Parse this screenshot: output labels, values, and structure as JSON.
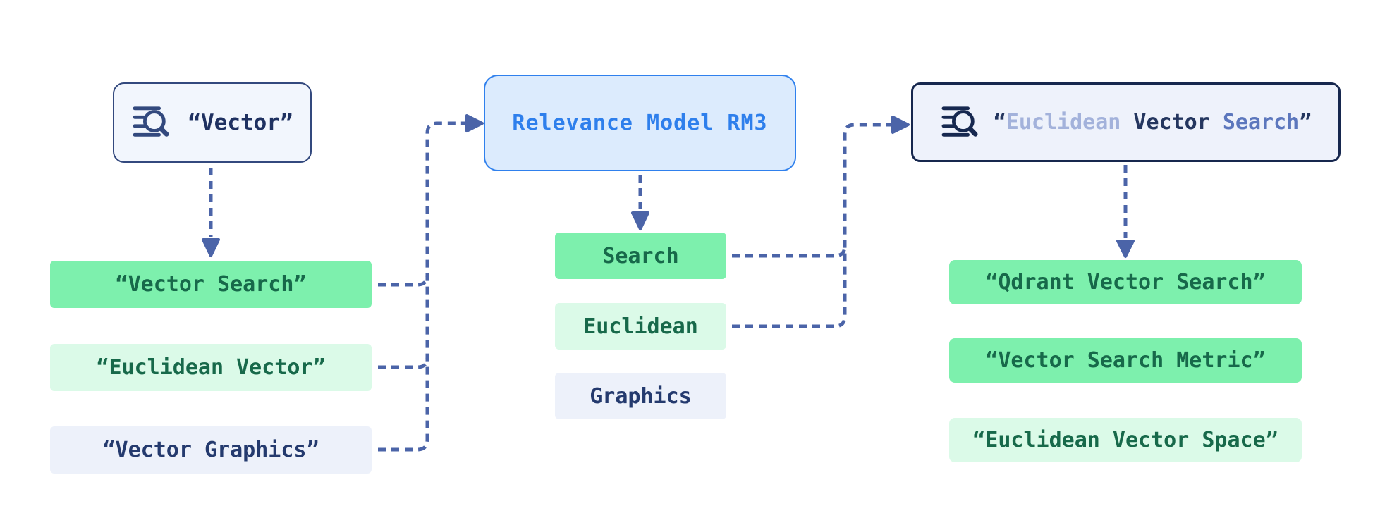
{
  "diagram": {
    "title_semantic": "RM3 relevance-model query expansion flow",
    "colors": {
      "background": "#ffffff",
      "connector": "#4B64A8",
      "term_high_bg": "#7DF0AD",
      "term_mid_bg": "#DBFAE8",
      "term_low_bg": "#EDF1FA",
      "term_green_text": "#17694A",
      "term_navy_text": "#243A6E",
      "rm3_blue": "#2F80ED",
      "rm3_fill": "#DCEBFD",
      "query_box_fill": "#F2F6FD",
      "query_box_border": "#33497E",
      "expanded_box_fill": "#EEF2FB",
      "expanded_box_border": "#16274E",
      "expanded_faint_text": "#A3B2DB",
      "expanded_mid_text": "#5C77BD"
    },
    "left": {
      "query": {
        "icon": "list-search-icon",
        "text": "“Vector”"
      },
      "results": [
        {
          "label": "“Vector Search”",
          "tone": "high"
        },
        {
          "label": "“Euclidean Vector”",
          "tone": "mid"
        },
        {
          "label": "“Vector Graphics”",
          "tone": "low"
        }
      ]
    },
    "middle": {
      "model": {
        "label": "Relevance Model RM3"
      },
      "terms": [
        {
          "label": "Search",
          "tone": "high"
        },
        {
          "label": "Euclidean",
          "tone": "mid"
        },
        {
          "label": "Graphics",
          "tone": "low"
        }
      ]
    },
    "right": {
      "query": {
        "icon": "list-search-icon",
        "segments": [
          {
            "text": "“",
            "tone": "dark"
          },
          {
            "text": "Euclidean ",
            "tone": "faint"
          },
          {
            "text": "Vector",
            "tone": "dark"
          },
          {
            "text": " Search",
            "tone": "mid"
          },
          {
            "text": "”",
            "tone": "dark"
          }
        ],
        "full_text": "“Euclidean Vector Search”"
      },
      "results": [
        {
          "label": "“Qdrant Vector Search”",
          "tone": "high"
        },
        {
          "label": "“Vector Search Metric”",
          "tone": "high"
        },
        {
          "label": "“Euclidean Vector Space”",
          "tone": "mid"
        }
      ]
    },
    "edges": [
      {
        "from": "original-query",
        "to": "left-results",
        "style": "dashed-arrow-down"
      },
      {
        "from": "left-results",
        "to": "relevance-model-rm3",
        "style": "dashed-merge-arrow"
      },
      {
        "from": "relevance-model-rm3",
        "to": "expansion-terms",
        "style": "dashed-arrow-down"
      },
      {
        "from": "expansion-terms-search-euclidean",
        "to": "expanded-query",
        "style": "dashed-merge-arrow"
      },
      {
        "from": "expanded-query",
        "to": "right-results",
        "style": "dashed-arrow-down"
      }
    ]
  }
}
